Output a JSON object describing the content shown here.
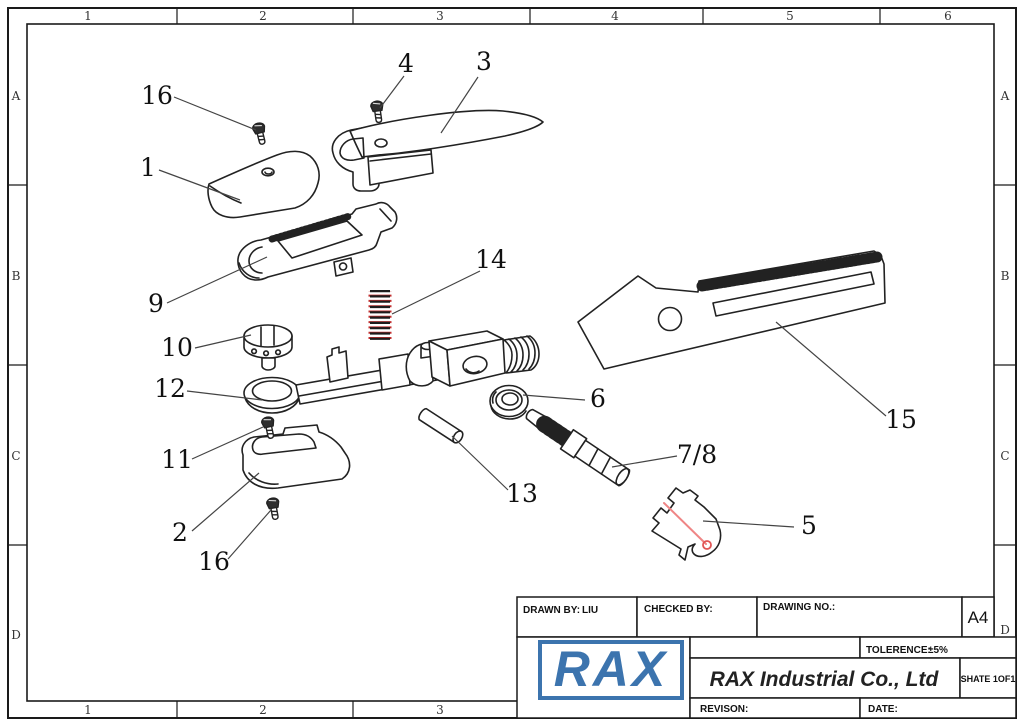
{
  "sheet": {
    "background": "#ffffff",
    "line_color": "#1a1a1a"
  },
  "frame": {
    "columns": [
      "1",
      "2",
      "3",
      "4",
      "5",
      "6"
    ],
    "rows": [
      "A",
      "B",
      "C",
      "D"
    ]
  },
  "title_block": {
    "drawn_by_label": "DRAWN BY:",
    "drawn_by_value": "LIU",
    "checked_by_label": "CHECKED BY:",
    "drawing_no_label": "DRAWING NO.:",
    "paper_size": "A4",
    "tolerance_label": "TOLERENCE:",
    "tolerance_value": "±5%",
    "company_name": "RAX Industrial Co., Ltd",
    "sheet_label": "SHATE 1OF1",
    "revision_label": "REVISON:",
    "date_label": "DATE:",
    "logo_text": "RAX",
    "logo_color": "#3c74ae"
  },
  "diagram": {
    "type": "exploded-view",
    "subject": "Exploded parts view of mechanical latch/ratchet assembly",
    "line_color": "#222222",
    "accent_red": "#ef8585",
    "spring_red": "#c03030",
    "part_labels": [
      "16",
      "1",
      "4",
      "3",
      "9",
      "14",
      "10",
      "12",
      "11",
      "2",
      "16",
      "13",
      "6",
      "7/8",
      "5",
      "15"
    ]
  }
}
